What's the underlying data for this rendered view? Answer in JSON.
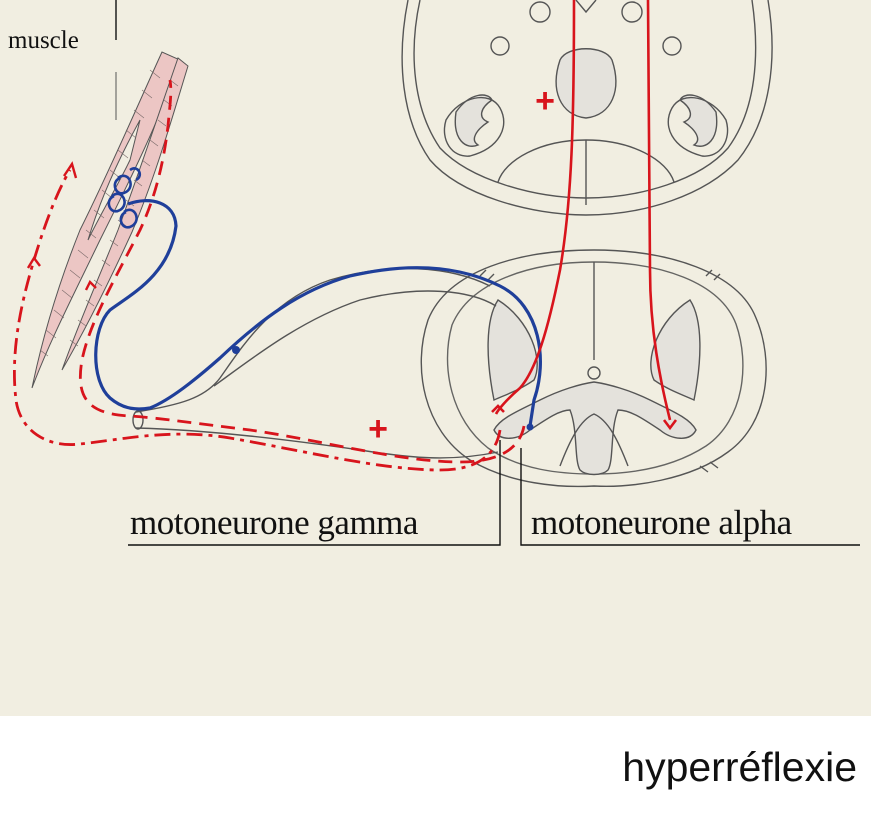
{
  "labels": {
    "muscle": "muscle",
    "gamma_motoneuron": "motoneurone gamma",
    "alpha_motoneuron": "motoneurone alpha",
    "excitation_sign": "+"
  },
  "footer": {
    "title": "hyperréflexie"
  },
  "colors": {
    "background": "#f1eee1",
    "outline": "#555555",
    "motor_pathway": "#d8141c",
    "afferent_fiber": "#1f3f9a",
    "muscle_fill": "#ecc6c4",
    "grey_matter": "#e4e2dc"
  }
}
